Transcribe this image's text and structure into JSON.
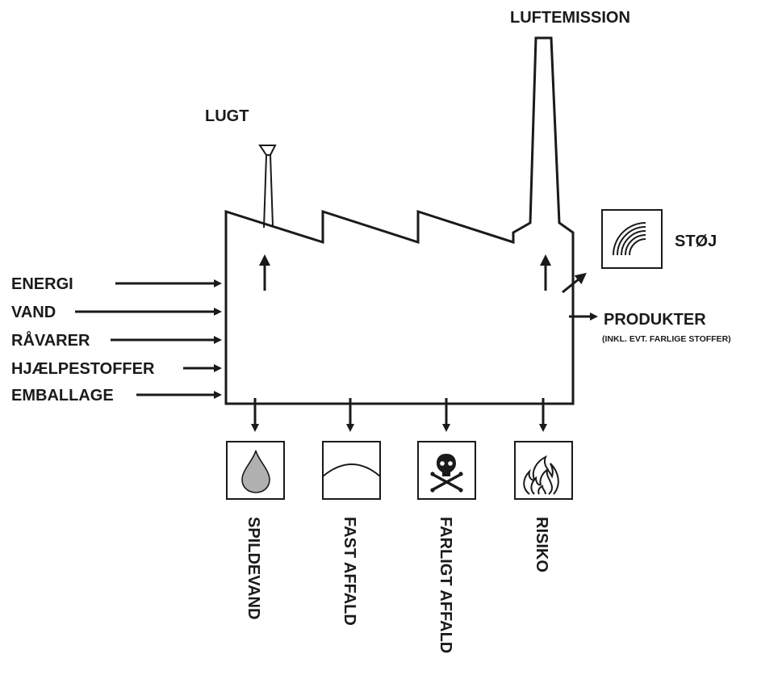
{
  "inputs": {
    "energi": "ENERGI",
    "vand": "VAND",
    "raavarer": "RÅVARER",
    "hjaelpestoffer": "HJÆLPESTOFFER",
    "emballage": "EMBALLAGE"
  },
  "emissions": {
    "lugt": "LUGT",
    "luftemission": "LUFTEMISSION",
    "stoej": "STØJ"
  },
  "products": {
    "label": "PRODUKTER",
    "note": "(INKL. EVT. FARLIGE STOFFER)"
  },
  "outputs": {
    "spildevand": "SPILDEVAND",
    "fast_affald": "FAST AFFALD",
    "farligt_affald": "FARLIGT AFFALD",
    "risiko": "RISIKO"
  },
  "icons": {
    "drop": "water-drop-icon",
    "waste": "landfill-mound-icon",
    "hazard": "skull-crossbones-icon",
    "fire": "flame-icon",
    "noise": "sound-waves-icon"
  }
}
